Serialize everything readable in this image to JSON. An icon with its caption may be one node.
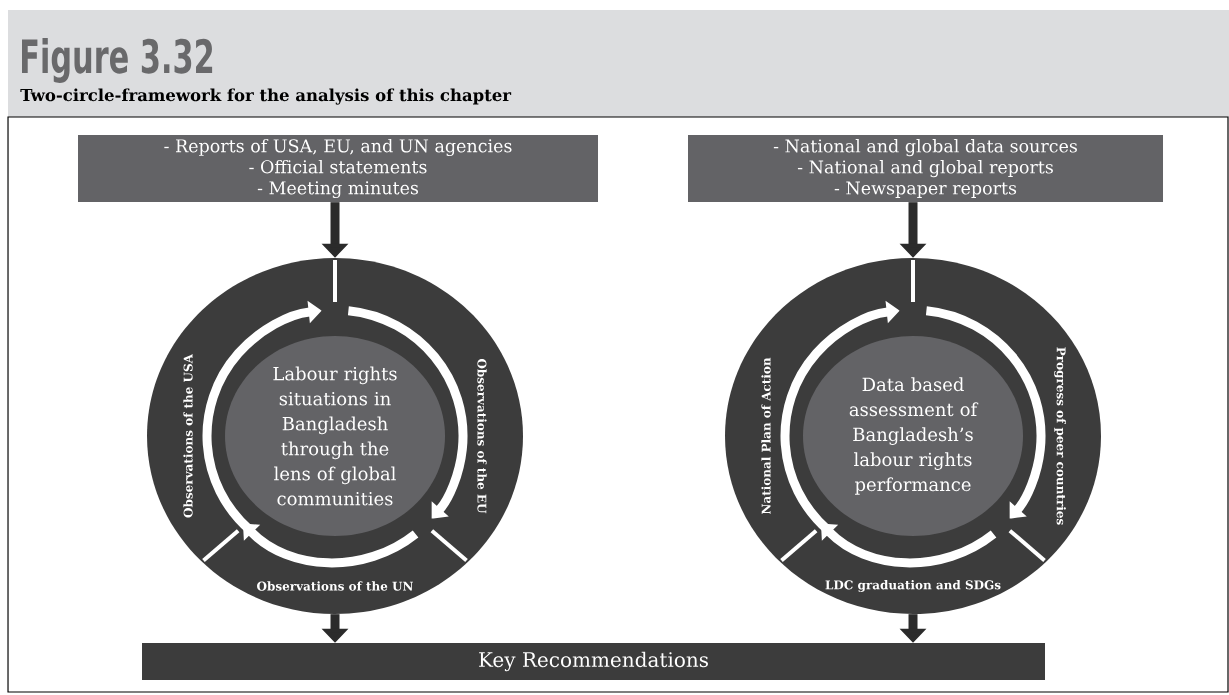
{
  "diagram": {
    "title": "Figure 3.32",
    "caption": "Two-circle-framework for the analysis of this chapter",
    "nodes": [
      {
        "text": [
          "- Reports of USA, EU, and UN agencies",
          "- Official statements",
          "- Meeting minutes"
        ]
      },
      {
        "text": [
          "- National and global data sources",
          "- National and global reports",
          "- Newspaper reports"
        ]
      },
      {
        "text": [
          "Observations of the USA",
          "Observations of the EU",
          "Observations of the UN"
        ]
      },
      {
        "text": [
          "Labour rights situations in Bangladesh through the lens of global communities"
        ],
        "in": 2
      },
      {
        "text": [
          "National Plan of Action",
          "Progress of peer countries",
          "LDC graduation and SDGs"
        ]
      },
      {
        "text": [
          "Data based assessment of Bangladesh’s labour rights performance"
        ],
        "in": 4
      },
      {
        "text": [
          "Key Recommendations"
        ]
      }
    ],
    "edges": [
      {
        "from": 0,
        "to": 2,
        "arrow": "to"
      },
      {
        "from": 1,
        "to": 4,
        "arrow": "to"
      },
      {
        "from": 2,
        "to": 6,
        "arrow": "to"
      },
      {
        "from": 4,
        "to": 6,
        "arrow": "to"
      }
    ]
  }
}
